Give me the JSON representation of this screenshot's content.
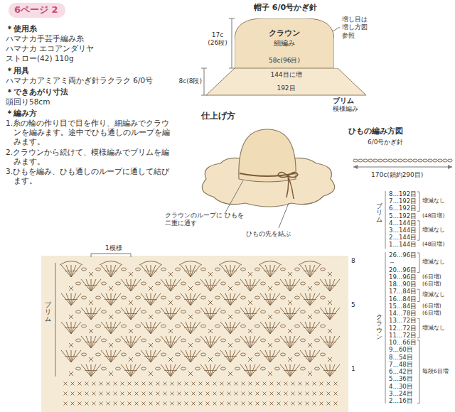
{
  "diagram": {
    "title": "6ページ 2",
    "nodes": [
      {
        "text": [
          "クラウン",
          "細編み",
          "58c(96目)"
        ]
      },
      {
        "text": [
          "144目に増",
          "192目",
          "ブリム",
          "模様編み"
        ]
      }
    ],
    "labels": [
      "＊使用糸",
      "ハマナカ手芸手編み糸",
      "ハマナカ エコアンダリヤ",
      "ストロー(42) 110g",
      "＊用具",
      "ハマナカアミアミ両かぎ針ラクラク 6/0号",
      "＊できあがり寸法",
      "頭回り58cm",
      "＊編み方",
      "1.糸の輪の作り目で目を作り、細編みでクラウンを編みます。途中でひも通しのループを編みます。",
      "2.クラウンから続けて、模様編みでブリムを編みます。",
      "3.ひもを編み、ひも通しのループに通して結びます。",
      "帽子 6/0号かぎ針",
      "17c (26段)",
      "8c(8段)",
      "増し目は 増し方図 参照",
      "仕上げ方",
      "クラウンのループに ひもを二重に通す",
      "ひもの先を結ぶ",
      "ひもの編み方図",
      "6/0号かぎ針",
      "170c(鎖約290目)",
      "1模様",
      "ブリム",
      "8",
      "5",
      "1",
      "ブリム",
      "クラウン",
      "8…192目",
      "7…192目",
      "6…192目",
      "5…192目",
      "4…144目",
      "3…144目",
      "2…144目",
      "1…144目",
      "増減なし",
      "(48目増)",
      "増減なし",
      "(48目増)",
      "26…96目",
      "～",
      "20…96目",
      "19…96目",
      "18…90目",
      "17…84目",
      "16…84目",
      "15…84目",
      "14…78目",
      "13…72目",
      "12…72目",
      "11…72目",
      "10…66目",
      "9…60目",
      "8…54目",
      "7…48目",
      "6…42目",
      "5…36目",
      "4…30目",
      "3…24目",
      "2…16目",
      "増減なし",
      "(6目増)",
      "(6目増)",
      "増減なし",
      "(6目増)",
      "(6目増)",
      "増減なし",
      "毎段6目増"
    ]
  }
}
